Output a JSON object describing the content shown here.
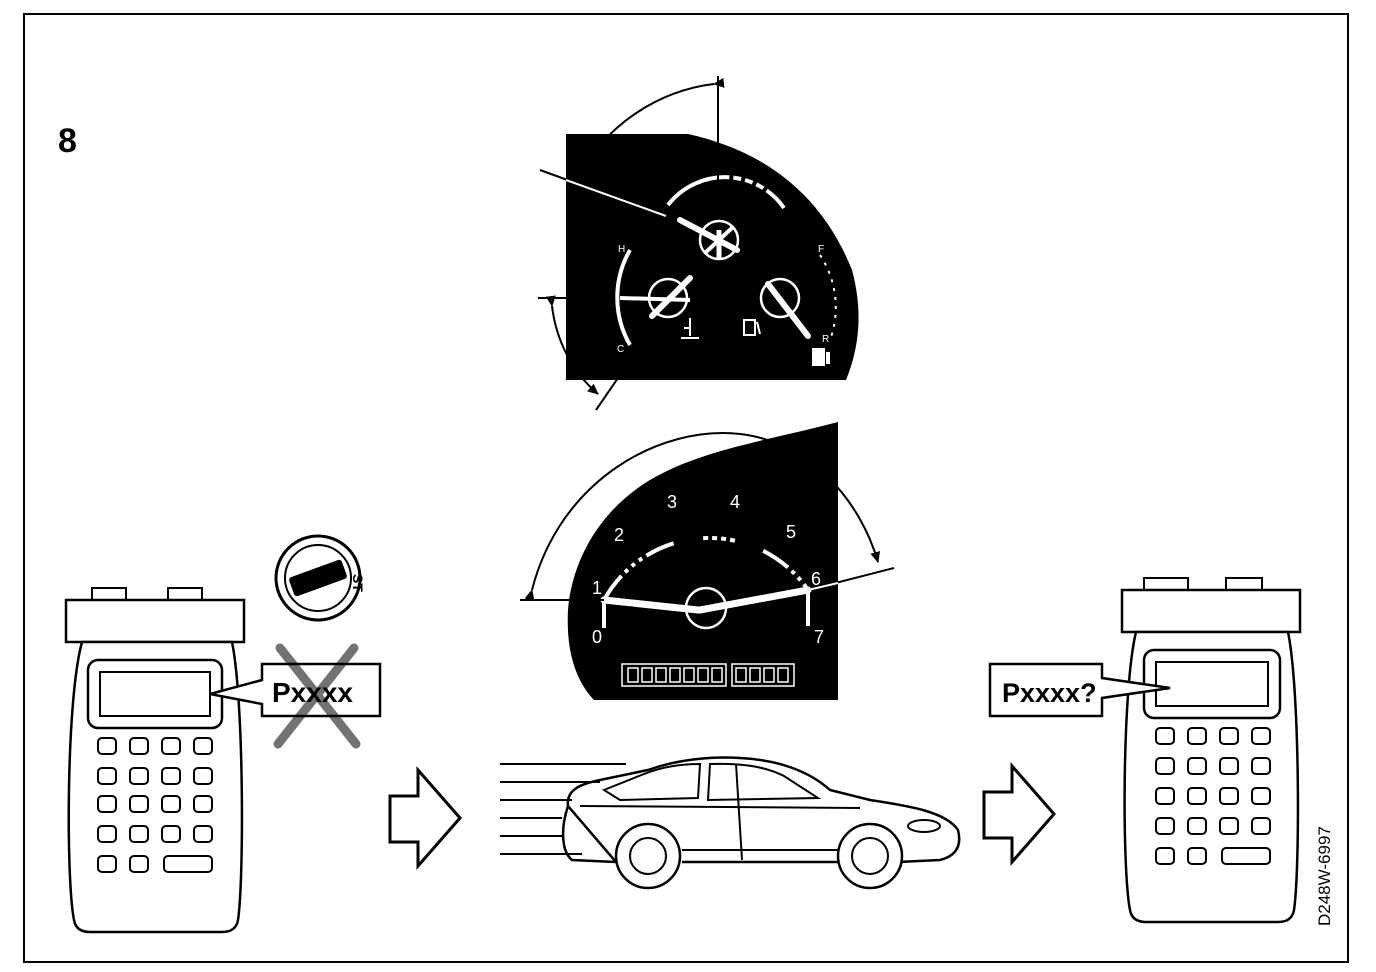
{
  "figure_number": "8",
  "tester_left": {
    "code_text": "Pxxxx"
  },
  "tester_right": {
    "code_text": "Pxxxx?"
  },
  "tacho": {
    "ticks": [
      "0",
      "1",
      "2",
      "3",
      "4",
      "5",
      "6",
      "7"
    ]
  },
  "gauges": {
    "temp_high": "H",
    "temp_low": "C",
    "fuel_full": "F",
    "fuel_empty": "R"
  },
  "ignition": {
    "position_label": "ST"
  },
  "drawing_ref": "D248W-6997"
}
